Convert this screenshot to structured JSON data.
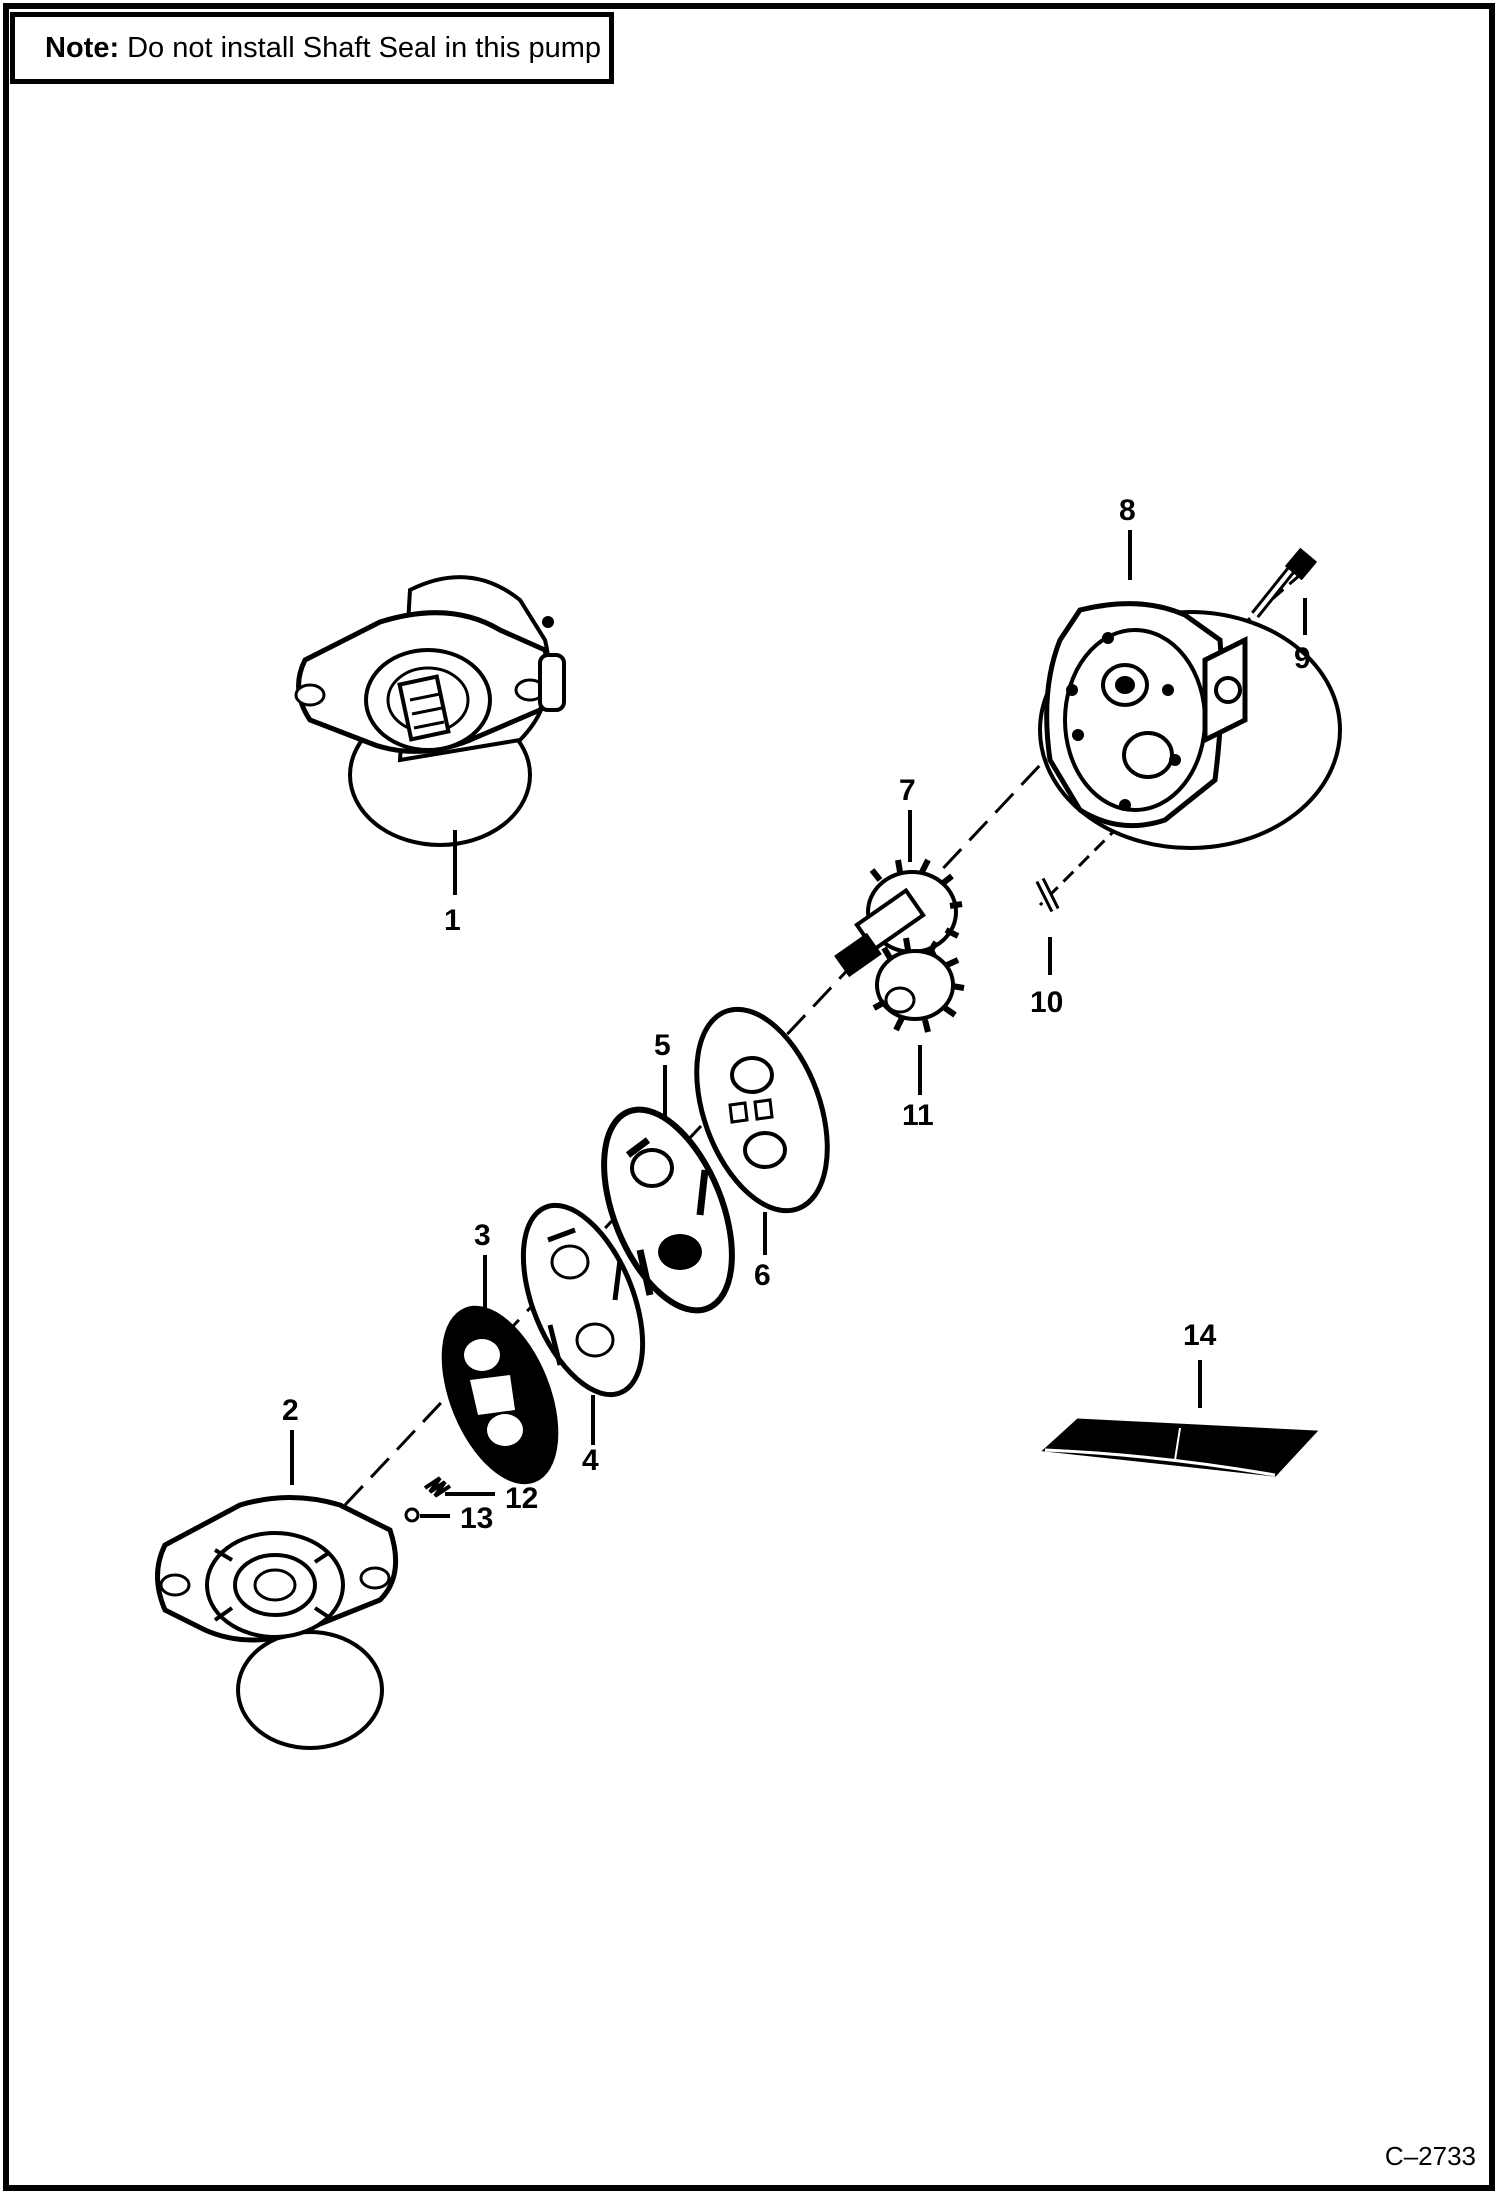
{
  "note": {
    "prefix": "Note:",
    "text": "Do not install Shaft Seal in this pump"
  },
  "figure_code": "C–2733",
  "callouts": [
    "1",
    "2",
    "3",
    "4",
    "5",
    "6",
    "7",
    "8",
    "9",
    "10",
    "11",
    "12",
    "13",
    "14"
  ]
}
